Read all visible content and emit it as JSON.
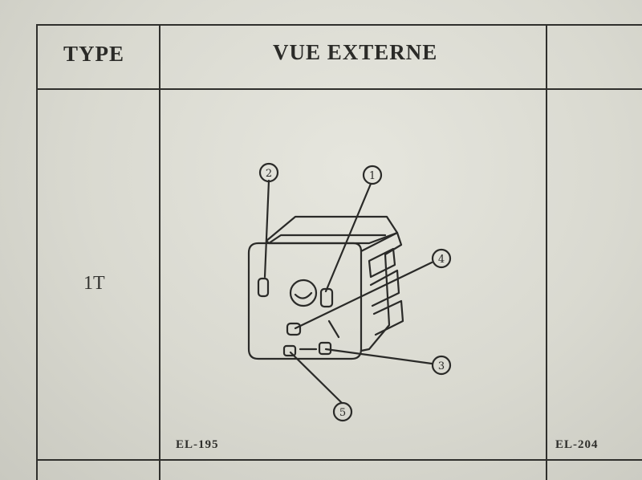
{
  "table": {
    "header_type": "TYPE",
    "header_view": "VUE EXTERNE",
    "row_type_value": "1T",
    "ref_left": "EL-195",
    "ref_right": "EL-204"
  },
  "diagram": {
    "callouts": [
      "1",
      "2",
      "3",
      "4",
      "5"
    ]
  }
}
